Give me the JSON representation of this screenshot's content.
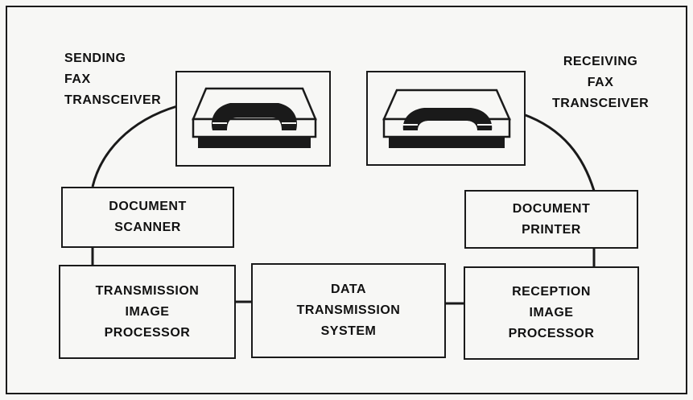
{
  "labels": {
    "sending": "SENDING\nFAX\nTRANSCEIVER",
    "receiving": "RECEIVING\nFAX\nTRANSCEIVER"
  },
  "boxes": {
    "document_scanner": "DOCUMENT\nSCANNER",
    "document_printer": "DOCUMENT\nPRINTER",
    "transmission_image_processor": "TRANSMISSION\nIMAGE\nPROCESSOR",
    "data_transmission_system": "DATA\nTRANSMISSION\nSYSTEM",
    "reception_image_processor": "RECEPTION\nIMAGE\nPROCESSOR"
  },
  "colors": {
    "line": "#1a1a1a",
    "background": "#f7f7f5"
  },
  "icons": {
    "sending_device": "fax-transceiver-icon",
    "receiving_device": "fax-transceiver-icon"
  }
}
